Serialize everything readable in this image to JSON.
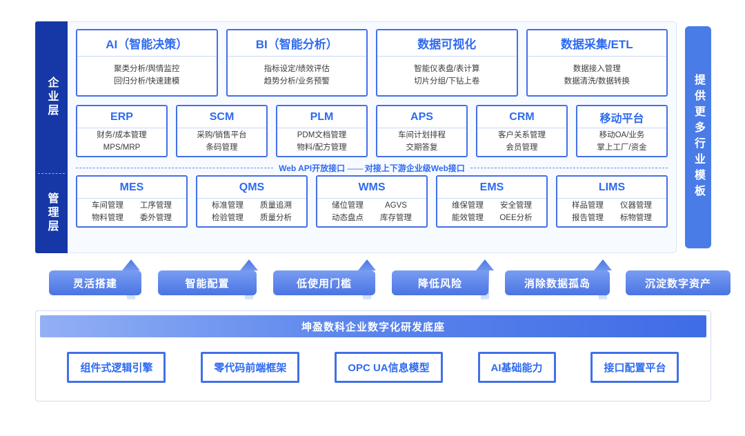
{
  "layers": {
    "enterprise_label": "企业层",
    "management_label": "管理层"
  },
  "side_banner": {
    "text": "提供更多行业模板"
  },
  "enterprise_row1": [
    {
      "title": "AI（智能决策）",
      "lines": [
        "聚类分析/舆情监控",
        "回归分析/快速建模"
      ]
    },
    {
      "title": "BI（智能分析）",
      "lines": [
        "指标设定/绩效评估",
        "趋势分析/业务预警"
      ]
    },
    {
      "title": "数据可视化",
      "lines": [
        "智能仪表盘/表计算",
        "切片分组/下钻上卷"
      ]
    },
    {
      "title": "数据采集/ETL",
      "lines": [
        "数据接入管理",
        "数据清洗/数据转换"
      ]
    }
  ],
  "enterprise_row2": [
    {
      "title": "ERP",
      "lines": [
        "财务/成本管理",
        "MPS/MRP"
      ]
    },
    {
      "title": "SCM",
      "lines": [
        "采购/销售平台",
        "条码管理"
      ]
    },
    {
      "title": "PLM",
      "lines": [
        "PDM文档管理",
        "物料/配方管理"
      ]
    },
    {
      "title": "APS",
      "lines": [
        "车间计划排程",
        "交期答复"
      ]
    },
    {
      "title": "CRM",
      "lines": [
        "客户关系管理",
        "会员管理"
      ]
    },
    {
      "title": "移动平台",
      "lines": [
        "移动OA/业务",
        "掌上工厂/资金"
      ]
    }
  ],
  "api_divider": {
    "left_text": "Web API开放接口",
    "separator": "——",
    "right_text": "对接上下游企业级Web接口"
  },
  "management_row": [
    {
      "title": "MES",
      "pairs": [
        [
          "车间管理",
          "工序管理"
        ],
        [
          "物料管理",
          "委外管理"
        ]
      ]
    },
    {
      "title": "QMS",
      "pairs": [
        [
          "标准管理",
          "质量追溯"
        ],
        [
          "检验管理",
          "质量分析"
        ]
      ]
    },
    {
      "title": "WMS",
      "pairs": [
        [
          "储位管理",
          "AGVS"
        ],
        [
          "动态盘点",
          "库存管理"
        ]
      ]
    },
    {
      "title": "EMS",
      "pairs": [
        [
          "维保管理",
          "安全管理"
        ],
        [
          "能效管理",
          "OEE分析"
        ]
      ]
    },
    {
      "title": "LIMS",
      "pairs": [
        [
          "样品管理",
          "仪器管理"
        ],
        [
          "报告管理",
          "标物管理"
        ]
      ]
    }
  ],
  "benefits": [
    {
      "label": "灵活搭建"
    },
    {
      "label": "智能配置"
    },
    {
      "label": "低使用门槛"
    },
    {
      "label": "降低风险"
    },
    {
      "label": "消除数据孤岛"
    },
    {
      "label": "沉淀数字资产"
    }
  ],
  "base": {
    "bar_title": "坤盈数科企业数字化研发底座",
    "items": [
      {
        "label": "组件式逻辑引擎"
      },
      {
        "label": "零代码前端框架"
      },
      {
        "label": "OPC UA信息模型"
      },
      {
        "label": "AI基础能力"
      },
      {
        "label": "接口配置平台"
      }
    ]
  },
  "colors": {
    "rail_dark_blue": "#1538a6",
    "card_border_blue": "#4270e8",
    "title_blue": "#2e6bf0",
    "banner_blue": "#4a7ce8",
    "panel_bg": "#f7faff"
  }
}
